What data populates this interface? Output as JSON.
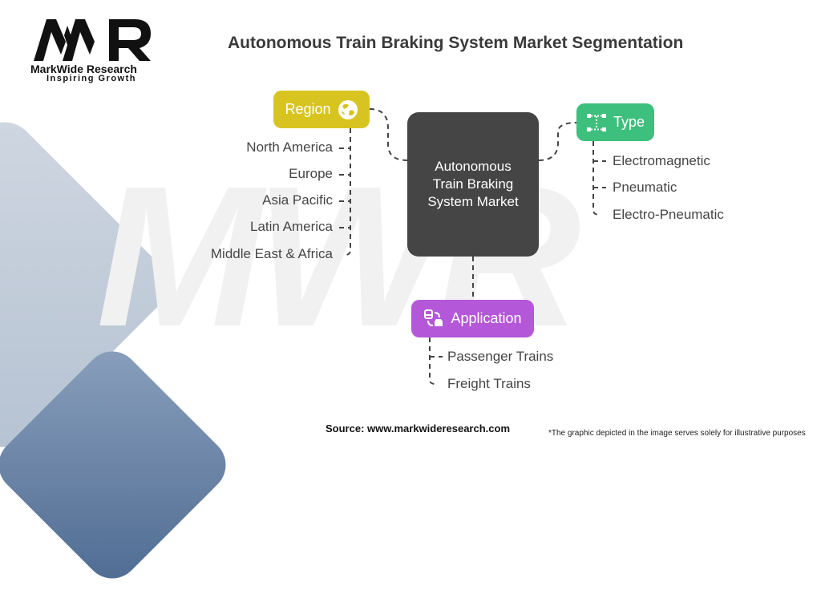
{
  "brand": {
    "logo_letters": "MWR",
    "name": "MarkWide Research",
    "tagline": "Inspiring Growth",
    "watermark": "MWR"
  },
  "title": "Autonomous Train Braking System Market Segmentation",
  "center_node": "Autonomous Train Braking System Market",
  "branches": {
    "region": {
      "label": "Region",
      "icon": "globe-icon",
      "color": "#d8c420",
      "items": [
        "North America",
        "Europe",
        "Asia Pacific",
        "Latin America",
        "Middle East & Africa"
      ]
    },
    "type": {
      "label": "Type",
      "icon": "network-nodes-icon",
      "color": "#3dbf7d",
      "items": [
        "Electromagnetic",
        "Pneumatic",
        "Electro-Pneumatic"
      ]
    },
    "application": {
      "label": "Application",
      "icon": "train-car-transfer-icon",
      "color": "#b457d8",
      "items": [
        "Passenger Trains",
        "Freight Trains"
      ]
    }
  },
  "footer": {
    "source": "Source: www.markwideresearch.com",
    "disclaimer": "*The graphic depicted in the image serves solely for illustrative purposes"
  }
}
